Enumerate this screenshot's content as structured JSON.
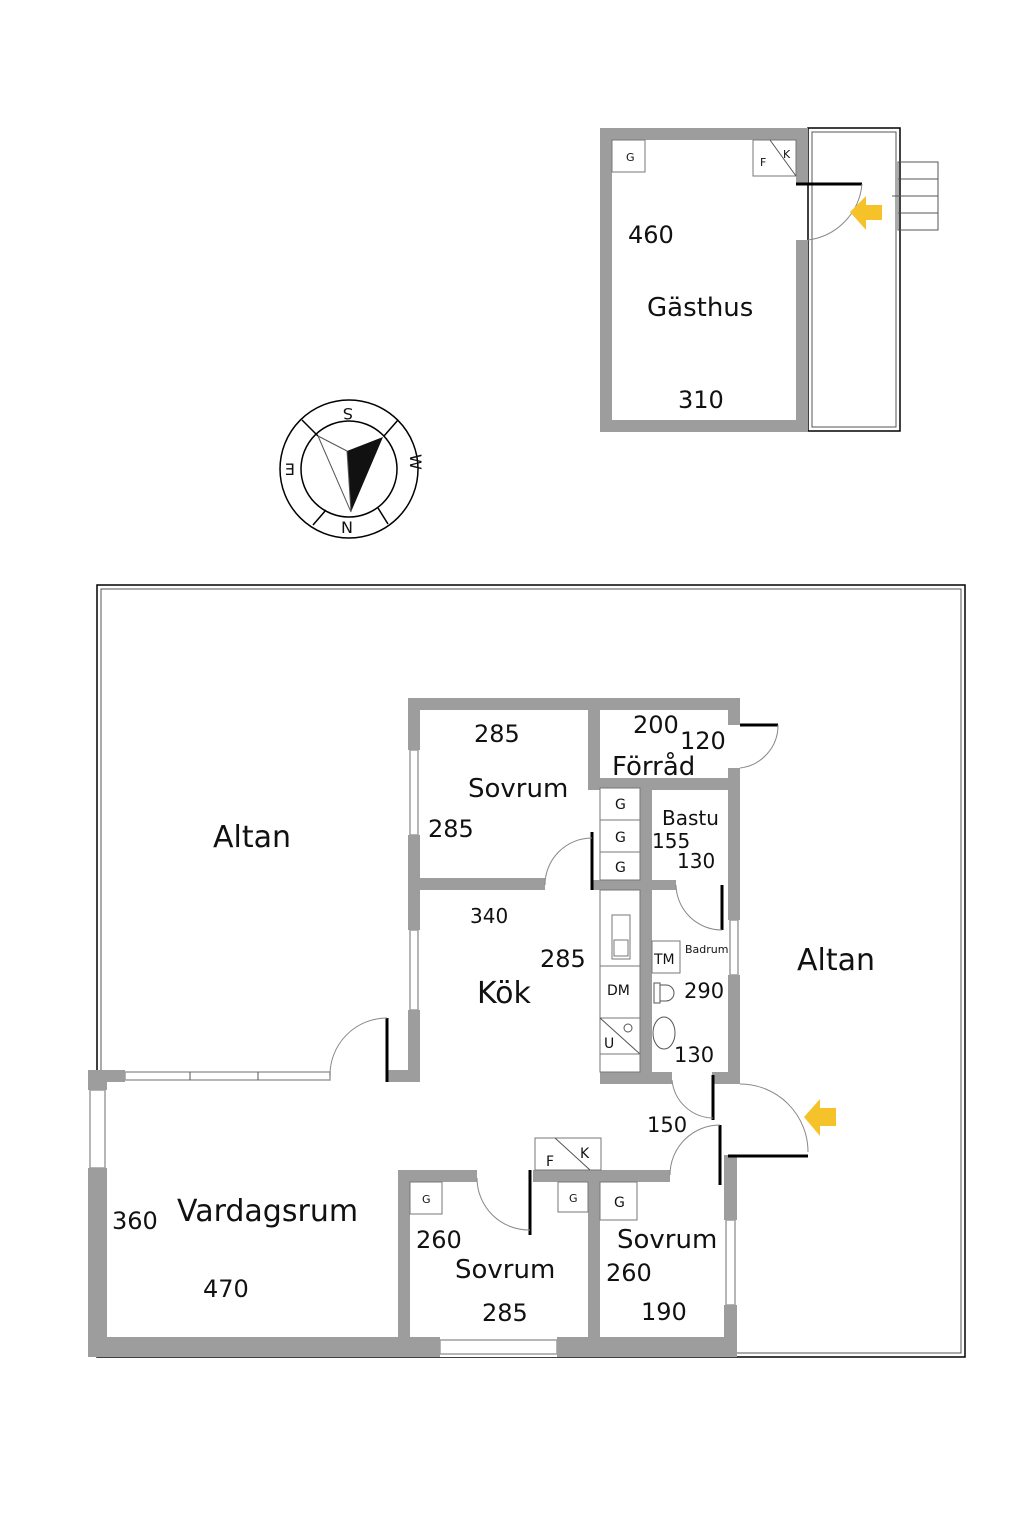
{
  "guesthouse": {
    "name": "Gästhus",
    "dims": [
      "460",
      "310"
    ],
    "fixtures": {
      "g": "G",
      "f": "F",
      "k": "K"
    }
  },
  "compass": {
    "n": "N",
    "s": "S",
    "e": "E",
    "w": "W"
  },
  "rooms": {
    "altan_left": "Altan",
    "altan_right": "Altan",
    "sovrum_top": {
      "name": "Sovrum",
      "dims": [
        "285",
        "285"
      ]
    },
    "forrad": {
      "name": "Förråd",
      "dims": [
        "200",
        "120"
      ]
    },
    "bastu": {
      "name": "Bastu",
      "dims": [
        "155",
        "130"
      ]
    },
    "kok": {
      "name": "Kök",
      "dims": [
        "340",
        "285"
      ]
    },
    "badrum": {
      "name": "Badrum",
      "dims": [
        "290",
        "130"
      ]
    },
    "hall": {
      "dims": [
        "150"
      ]
    },
    "vardagsrum": {
      "name": "Vardagsrum",
      "dims": [
        "360",
        "470"
      ]
    },
    "sovrum_mid": {
      "name": "Sovrum",
      "dims": [
        "260",
        "285"
      ]
    },
    "sovrum_right": {
      "name": "Sovrum",
      "dims": [
        "260",
        "190"
      ]
    }
  },
  "fixtures": {
    "g": "G",
    "f": "F",
    "k": "K",
    "tm": "TM",
    "dm": "DM",
    "u": "U"
  },
  "colors": {
    "wall": "#9d9d9d",
    "entrance_arrow": "#f5c22a"
  }
}
